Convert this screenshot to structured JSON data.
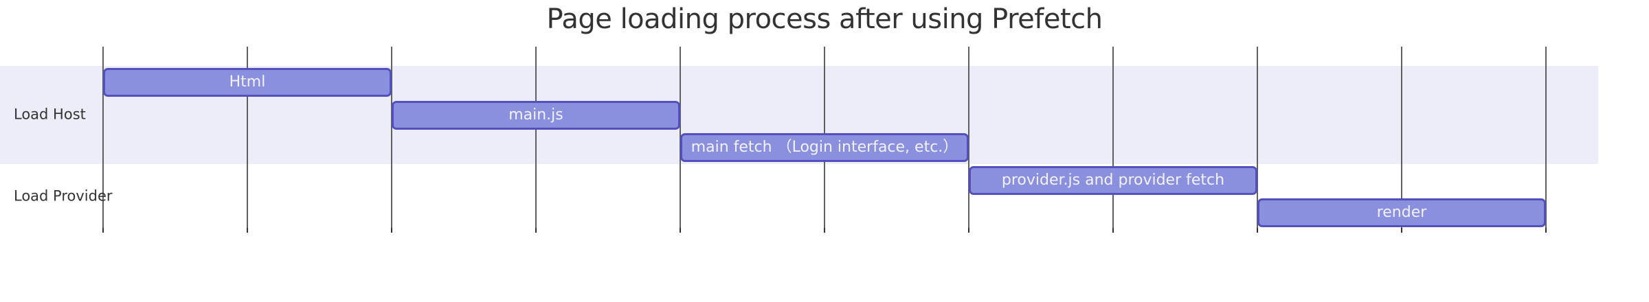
{
  "chart_data": {
    "type": "gantt",
    "title": "Page loading process after using Prefetch",
    "x_axis": {
      "num_gridlines": 11,
      "tick_labels": [],
      "units_total": 10,
      "unit_per_task": 2
    },
    "legend": "none",
    "grid_on": true,
    "sections": [
      {
        "label": "Load Host",
        "shaded": true,
        "tasks": [
          {
            "label": "Html",
            "start": 0,
            "duration": 2
          },
          {
            "label": "main.js",
            "start": 2,
            "duration": 2
          },
          {
            "label": "main fetch （Login interface, etc.）",
            "start": 4,
            "duration": 2
          }
        ]
      },
      {
        "label": "Load Provider",
        "shaded": false,
        "tasks": [
          {
            "label": "provider.js and provider fetch",
            "start": 6,
            "duration": 2
          },
          {
            "label": "render",
            "start": 8,
            "duration": 2
          }
        ]
      }
    ],
    "colors": {
      "task_fill": "#8a90dd",
      "task_border": "#534fbc",
      "task_text": "#f2f2f8",
      "section_band": "#ededfa",
      "gridline": "#5f5f5f",
      "gridline_tick": "#2f2f2f",
      "title_text": "#333333",
      "section_label_text": "#333333",
      "background": "#ffffff"
    }
  }
}
